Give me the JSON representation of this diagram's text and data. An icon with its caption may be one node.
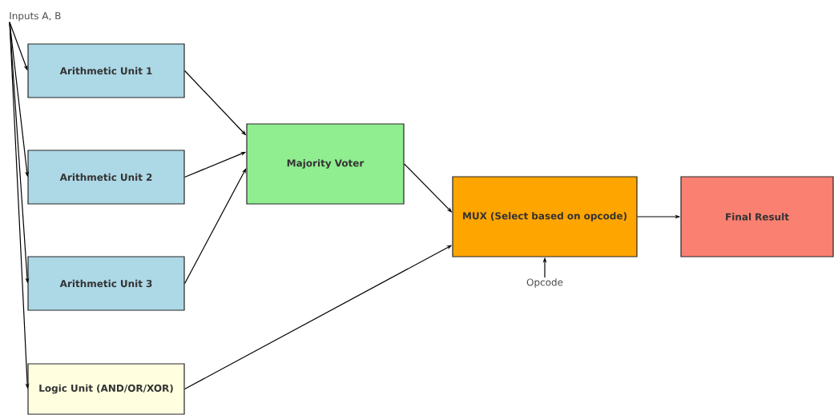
{
  "diagram": {
    "nodes": [
      {
        "text": [
          "Inputs A, B"
        ]
      },
      {
        "text": [
          "Arithmetic Unit 1"
        ]
      },
      {
        "text": [
          "Arithmetic Unit 2"
        ]
      },
      {
        "text": [
          "Arithmetic Unit 3"
        ]
      },
      {
        "text": [
          "Logic Unit (AND/OR/XOR)"
        ]
      },
      {
        "text": [
          "Majority Voter"
        ]
      },
      {
        "text": [
          "MUX (Select based on opcode)"
        ]
      },
      {
        "text": [
          "Opcode"
        ]
      },
      {
        "text": [
          "Final Result"
        ]
      }
    ],
    "edges": [
      {
        "from": 0,
        "to": 1,
        "arrow": "to"
      },
      {
        "from": 0,
        "to": 2,
        "arrow": "to"
      },
      {
        "from": 0,
        "to": 3,
        "arrow": "to"
      },
      {
        "from": 0,
        "to": 4,
        "arrow": "to"
      },
      {
        "from": 1,
        "to": 5,
        "arrow": "to"
      },
      {
        "from": 2,
        "to": 5,
        "arrow": "to"
      },
      {
        "from": 3,
        "to": 5,
        "arrow": "to"
      },
      {
        "from": 5,
        "to": 6,
        "arrow": "to"
      },
      {
        "from": 4,
        "to": 6,
        "arrow": "to"
      },
      {
        "from": 7,
        "to": 6,
        "arrow": "to"
      },
      {
        "from": 6,
        "to": 8,
        "arrow": "to"
      }
    ]
  }
}
